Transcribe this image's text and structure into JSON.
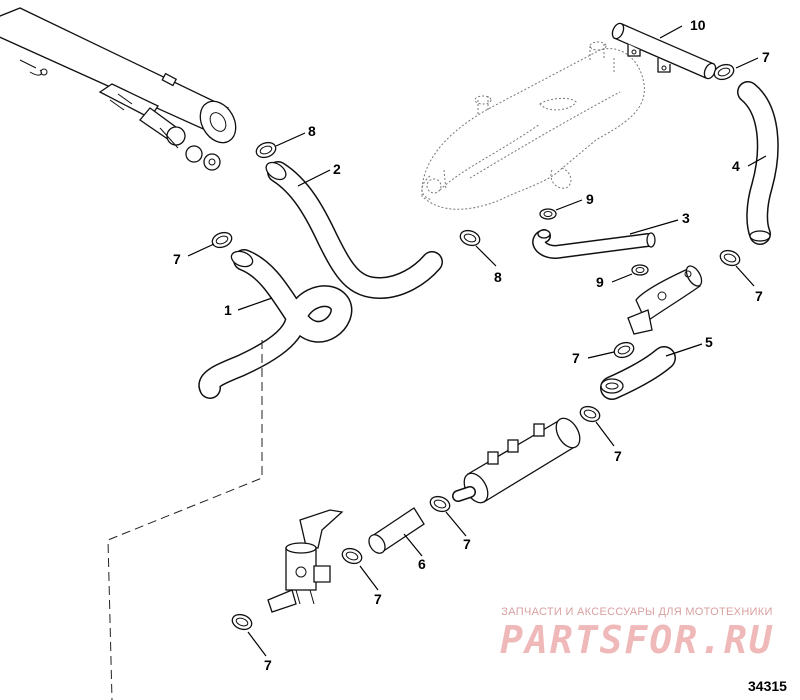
{
  "diagram": {
    "figure_number": "34315",
    "watermark": {
      "tagline": "ЗАПЧАСТИ И АКСЕССУАРЫ ДЛЯ МОТОТЕХНИКИ",
      "logo": "PARTSFOR.RU"
    },
    "callouts": [
      {
        "id": "c1",
        "label": "1"
      },
      {
        "id": "c2",
        "label": "2"
      },
      {
        "id": "c3",
        "label": "3"
      },
      {
        "id": "c4",
        "label": "4"
      },
      {
        "id": "c5",
        "label": "5"
      },
      {
        "id": "c6",
        "label": "6"
      },
      {
        "id": "c7a",
        "label": "7"
      },
      {
        "id": "c7b",
        "label": "7"
      },
      {
        "id": "c7c",
        "label": "7"
      },
      {
        "id": "c7d",
        "label": "7"
      },
      {
        "id": "c7e",
        "label": "7"
      },
      {
        "id": "c7f",
        "label": "7"
      },
      {
        "id": "c7g",
        "label": "7"
      },
      {
        "id": "c7h",
        "label": "7"
      },
      {
        "id": "c8a",
        "label": "8"
      },
      {
        "id": "c8b",
        "label": "8"
      },
      {
        "id": "c9a",
        "label": "9"
      },
      {
        "id": "c9b",
        "label": "9"
      },
      {
        "id": "c10",
        "label": "10"
      }
    ]
  }
}
